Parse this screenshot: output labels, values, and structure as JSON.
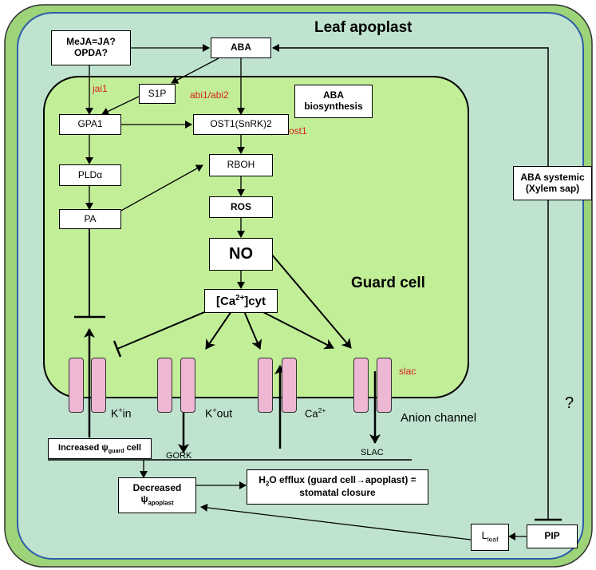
{
  "compartments": {
    "apoplast_label": "Leaf apoplast",
    "guard_cell_label": "Guard cell"
  },
  "nodes": {
    "meja": "MeJA=JA? OPDA?",
    "aba": "ABA",
    "s1p": "S1P",
    "aba_bio": "ABA biosynthesis",
    "gpa1": "GPA1",
    "ost1": "OST1(SnRK)2",
    "pld": "PLDα",
    "rboh": "RBOH",
    "pa": "PA",
    "ros": "ROS",
    "no": "NO",
    "ca_cyt_base": "[Ca",
    "ca_cyt_sup": "2+",
    "ca_cyt_tail": "]cyt",
    "aba_systemic": "ABA systemic (Xylem sap)",
    "increased_psi": "Increased ψ",
    "increased_psi_sub": "guard",
    "increased_psi_tail": " cell",
    "decreased": "Decreased",
    "psi_apo": "ψ",
    "psi_apo_sub": "apoplast",
    "h2o_efflux_h": "H",
    "h2o_efflux_sub": "2",
    "h2o_efflux_tail": "O efflux (guard cell→apoplast) =",
    "h2o_efflux_line2": "stomatal closure",
    "pip": "PIP",
    "l_leaf": "L",
    "l_leaf_sub": "leaf"
  },
  "mutants": {
    "jai1": "jai1",
    "abi": "abi1/abi2",
    "ost1": "ost1",
    "slac": "slac"
  },
  "channels": {
    "kin_sup": "+",
    "kin_k": "K",
    "kin_tail": "in",
    "kout_k": "K",
    "kout_sup": "+",
    "kout_tail": "out",
    "ca": "Ca",
    "ca_sup": "2+",
    "anion": "Anion channel",
    "gork": "GORK",
    "slac_label": "SLAC"
  },
  "question_mark": "?",
  "colors": {
    "outer_green": "#9dd379",
    "apoplast_fill": "#bfe3cf",
    "guard_fill": "#c2ee98",
    "blue_border": "#2e5ea8",
    "channel": "#eeb7d3",
    "mutant_red": "#d6211f"
  }
}
